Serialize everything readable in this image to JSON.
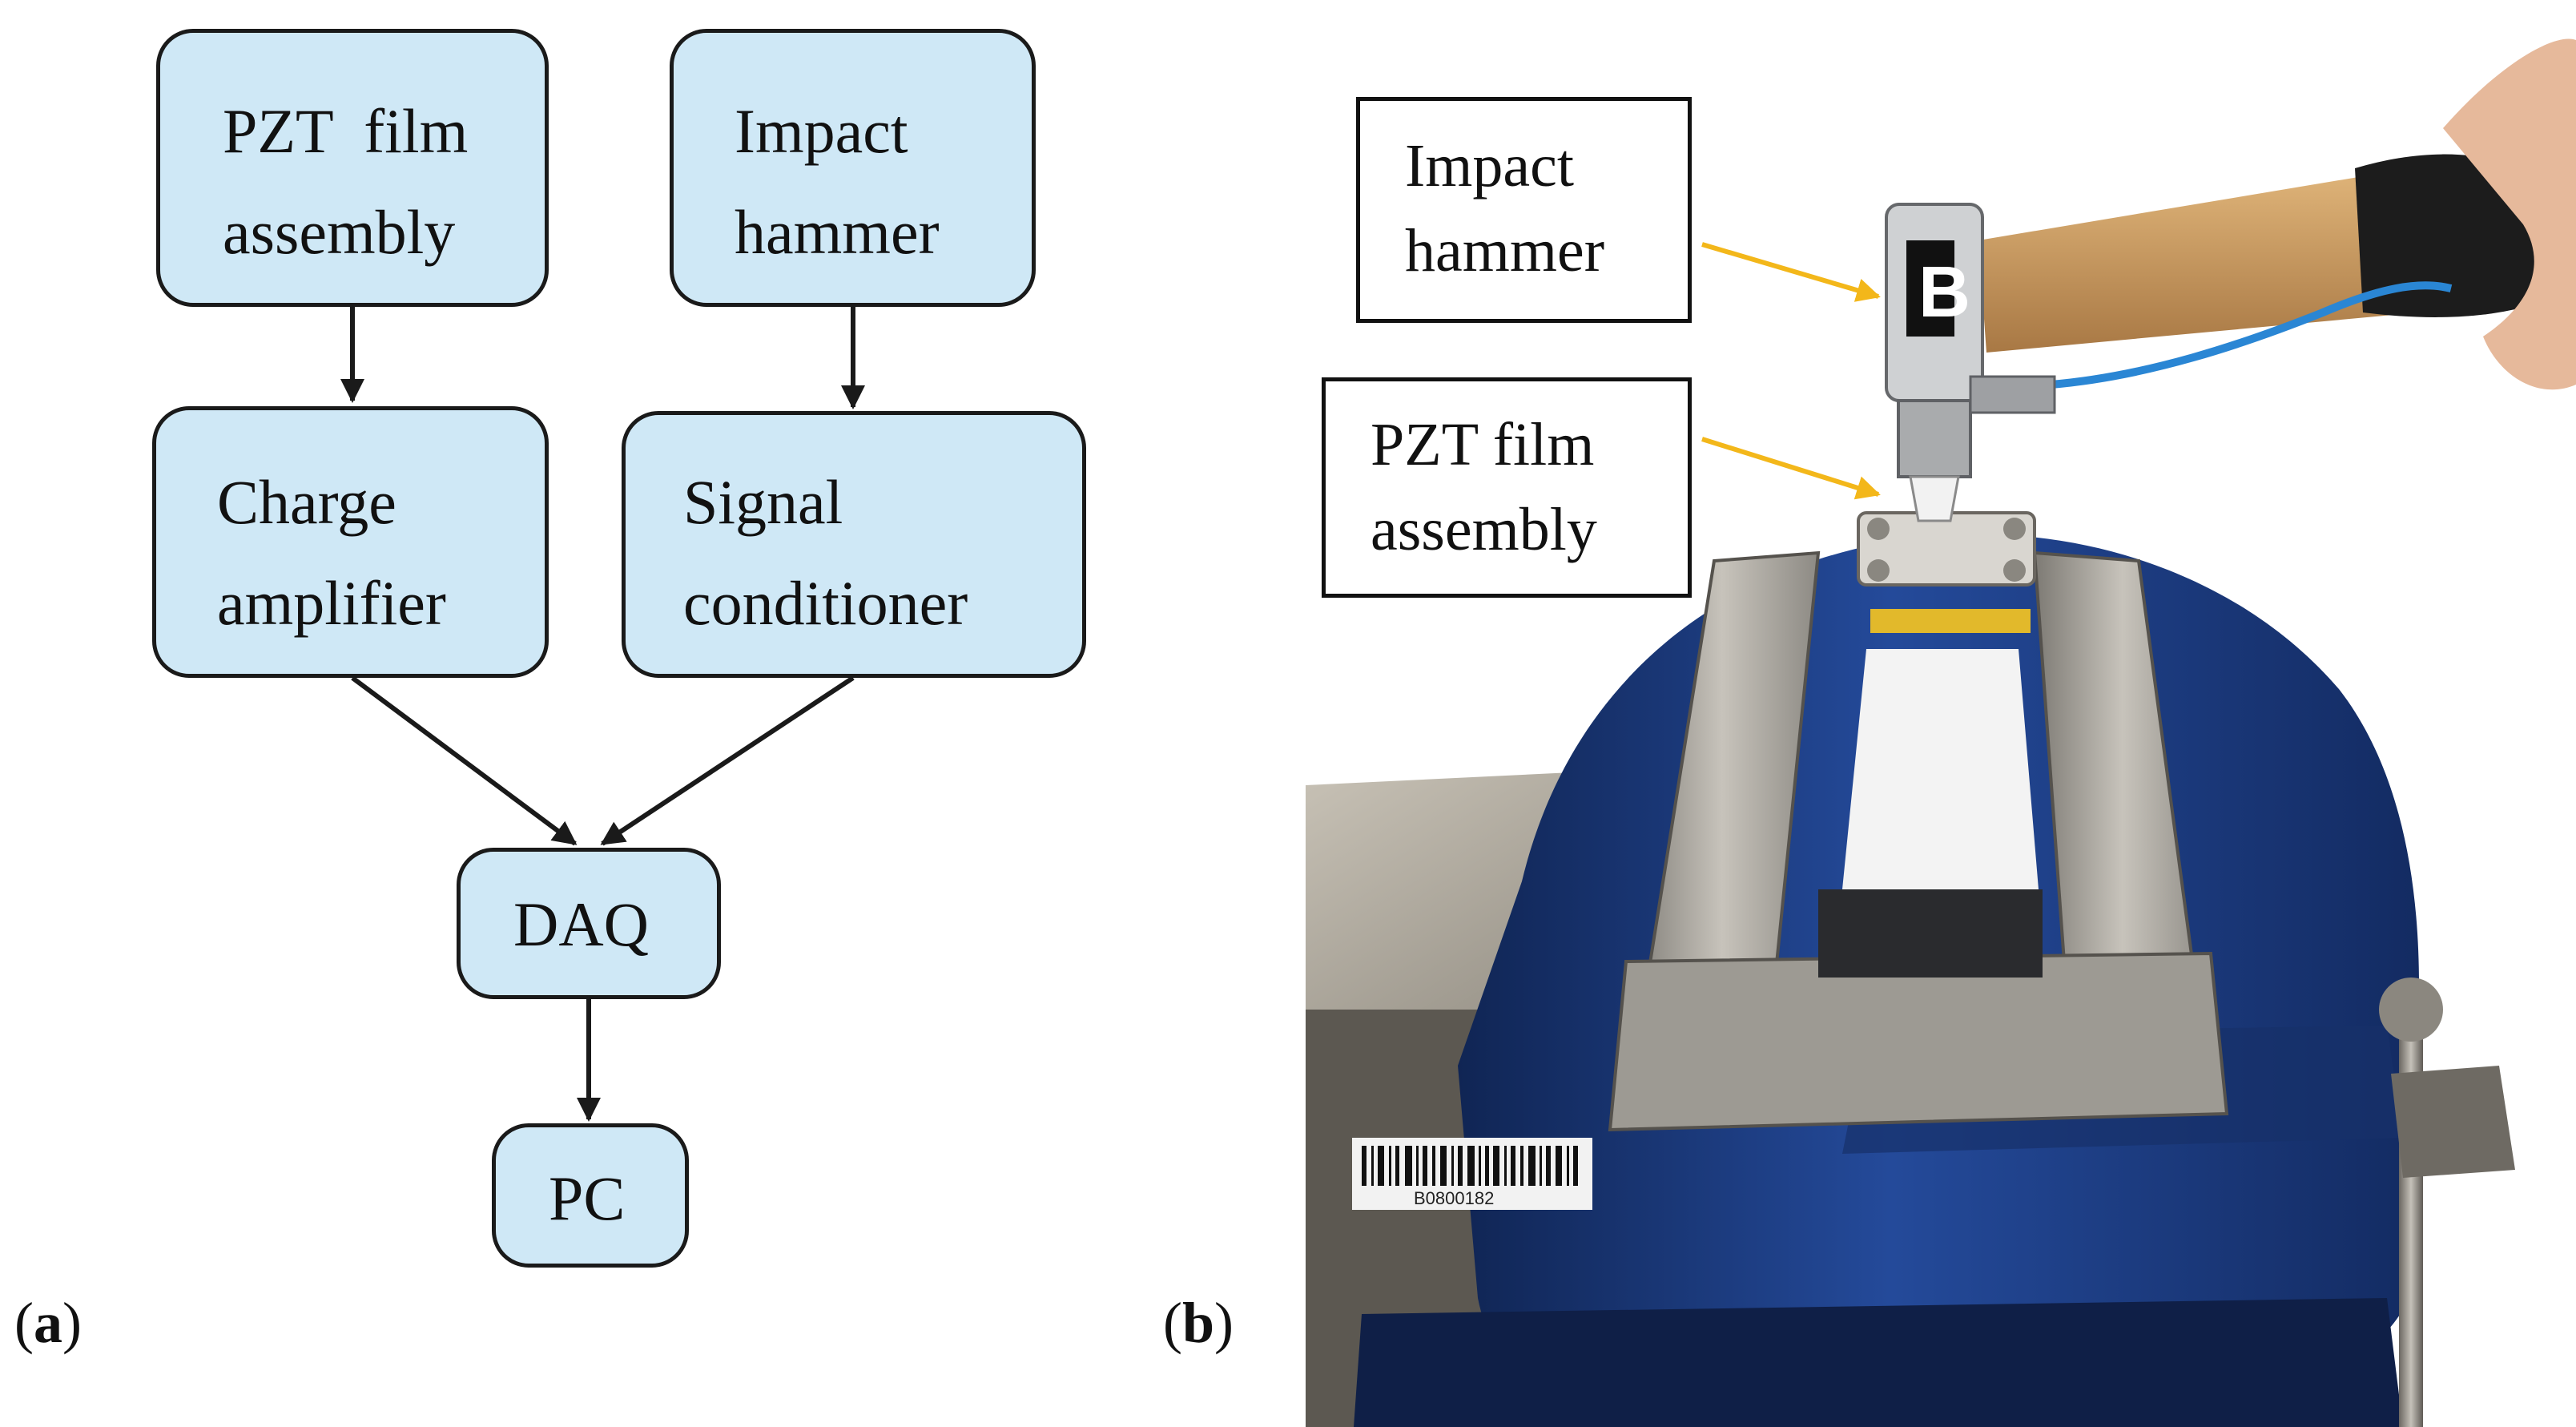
{
  "panel_a": {
    "label_letter": "a",
    "nodes": {
      "pzt": [
        "PZT  film",
        "assembly"
      ],
      "hammer": [
        "Impact",
        "hammer"
      ],
      "charge": [
        "Charge",
        "amplifier"
      ],
      "signal": [
        "Signal",
        "conditioner"
      ],
      "daq": [
        "DAQ"
      ],
      "pc": [
        "PC"
      ]
    },
    "edges": [
      [
        "pzt",
        "charge"
      ],
      [
        "hammer",
        "signal"
      ],
      [
        "charge",
        "daq"
      ],
      [
        "signal",
        "daq"
      ],
      [
        "daq",
        "pc"
      ]
    ],
    "colors": {
      "node_fill": "#cfe8f6",
      "stroke": "#1a1a1a"
    }
  },
  "panel_b": {
    "label_letter": "b",
    "callouts": {
      "hammer": [
        "Impact",
        "hammer"
      ],
      "pzt": [
        "PZT film",
        "assembly"
      ]
    },
    "barcode_text": "B0800182",
    "hammer_label_text": "B",
    "colors": {
      "arrow": "#f3b71a",
      "vise": "#1f3d86",
      "vise_dark": "#122554",
      "metal": "#a9a6a0",
      "handle": "#c99a5b"
    }
  }
}
